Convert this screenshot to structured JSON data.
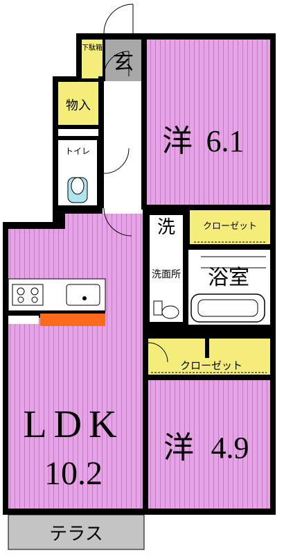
{
  "rooms": {
    "genkan": "玄",
    "geta_bako": "下駄箱",
    "storage": "物入",
    "toilet": "トイレ",
    "western_room_1": {
      "label": "洋",
      "size": "6.1"
    },
    "closet_1": "クローゼット",
    "senmen": "洗",
    "senmenjo": "洗面所",
    "bath": "浴室",
    "closet_2": "クローゼット",
    "ldk": {
      "label": "LDK",
      "size": "10.2"
    },
    "western_room_2": {
      "label": "洋",
      "size": "4.9"
    },
    "terrace": "テラス"
  },
  "colors": {
    "room_fill": "#e6a3e6",
    "stripe": "#c277c2",
    "closet_fill": "#f5ed7a",
    "counter_accent": "#ff6a1a",
    "entrance_gray": "#a8a8a8",
    "terrace_gray": "#c4c4c4",
    "wet_area_fill": "#ffffff",
    "toilet_blue": "#aee6ee"
  }
}
